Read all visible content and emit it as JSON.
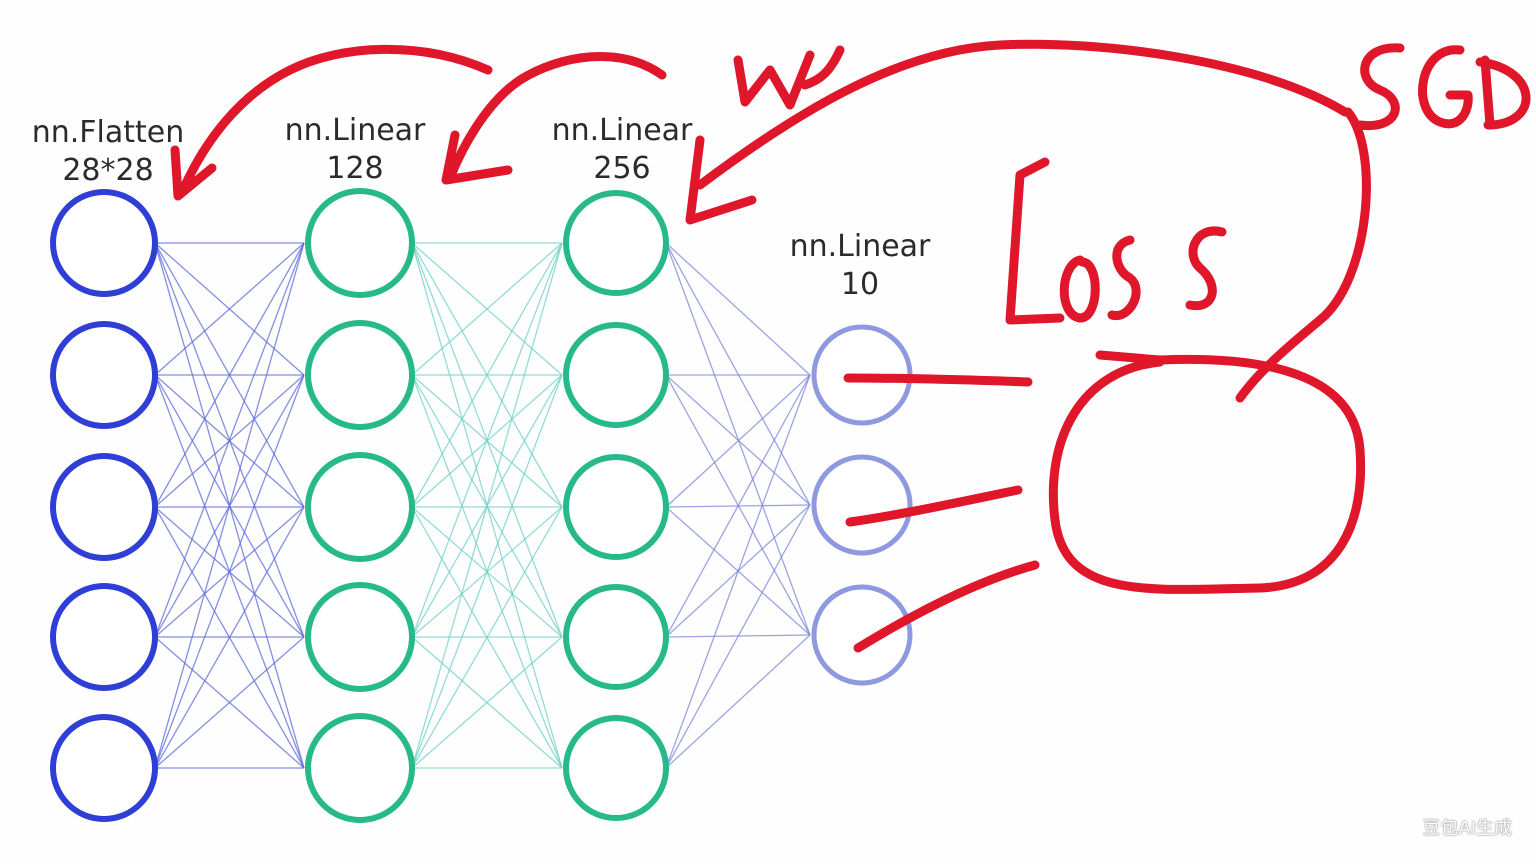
{
  "diagram": {
    "layers": [
      {
        "name": "nn.Flatten",
        "size": "28*28",
        "nodes": 5,
        "color": "#2f3fd6"
      },
      {
        "name": "nn.Linear",
        "size": "128",
        "nodes": 5,
        "color": "#27b98a"
      },
      {
        "name": "nn.Linear",
        "size": "256",
        "nodes": 5,
        "color": "#27b98a"
      },
      {
        "name": "nn.Linear",
        "size": "10",
        "nodes": 3,
        "color": "#8f99e0"
      }
    ],
    "edge_colors": {
      "from_input": "#5a6bd8",
      "hidden": "#6fd0c6",
      "to_output": "#7b86d8"
    }
  },
  "annotations": {
    "color": "#e0162b",
    "w_label": "W",
    "optimizer": "SGD",
    "loss": "Loss"
  },
  "watermark": "豆包AI生成"
}
